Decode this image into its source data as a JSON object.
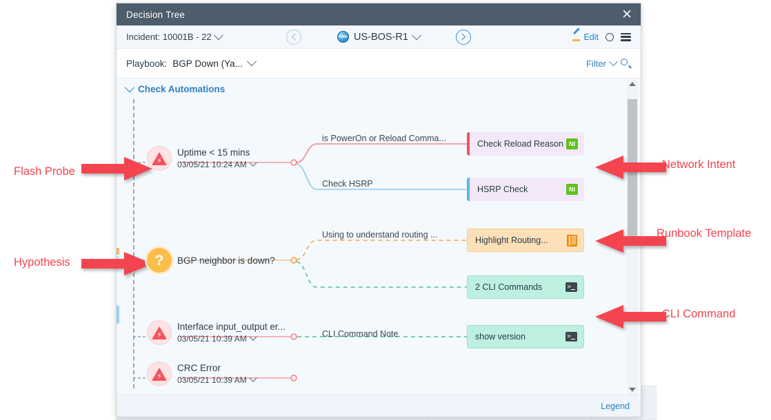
{
  "window": {
    "title": "Decision Tree",
    "close_icon": "close-icon"
  },
  "toolbar": {
    "incident_label": "Incident: 10001B - 22",
    "device_name": "US-BOS-R1",
    "prev_icon": "chevron-left-icon",
    "next_icon": "chevron-right-icon",
    "edit_label": "Edit",
    "refresh_icon": "sync-icon",
    "menu_icon": "hamburger-menu-icon"
  },
  "playbook": {
    "label": "Playbook:",
    "value": "BGP Down (Ya...",
    "filter_label": "Filter",
    "search_icon": "search-icon"
  },
  "tree": {
    "section_title": "Check Automations",
    "nodes": [
      {
        "type": "flash-probe",
        "title": "Uptime < 15 mins",
        "timestamp": "03/05/21 10:24 AM",
        "branches": [
          {
            "label": "is PowerOn or Reload Comma...",
            "card": "Check Reload Reason",
            "card_type": "network-intent",
            "badge": "NI",
            "accent": "#f4515b",
            "style": "solid"
          },
          {
            "label": "Check HSRP",
            "card": "HSRP Check",
            "card_type": "network-intent",
            "badge": "NI",
            "accent": "#5bb4e5",
            "style": "solid"
          }
        ]
      },
      {
        "type": "hypothesis",
        "title": "BGP neighbor is down?",
        "timestamp": "",
        "branches": [
          {
            "label": "Using to understand routing ...",
            "card": "Highlight Routing...",
            "card_type": "runbook-template",
            "badge": "notebook-icon",
            "accent": "#f0a74a",
            "style": "dashed"
          },
          {
            "label": "",
            "card": "2 CLI Commands",
            "card_type": "cli-command",
            "badge": "terminal-icon",
            "accent": "#4bbfa0",
            "style": "dashed"
          }
        ]
      },
      {
        "type": "flash-probe",
        "title": "Interface input_output er...",
        "timestamp": "03/05/21 10:39 AM",
        "branches": [
          {
            "label": "CLI Command Note",
            "card": "show version",
            "card_type": "cli-command",
            "badge": "terminal-icon",
            "accent": "#4bbfa0",
            "style": "dashed"
          }
        ]
      },
      {
        "type": "flash-probe",
        "title": "CRC Error",
        "timestamp": "03/05/21 10:39 AM",
        "branches": []
      }
    ]
  },
  "footer": {
    "legend_label": "Legend"
  },
  "annotations": {
    "left": [
      {
        "text": "Flash Probe"
      },
      {
        "text": "Hypothesis"
      }
    ],
    "right": [
      {
        "text": "Network Intent"
      },
      {
        "text": "Runbook Template"
      },
      {
        "text": "CLI Command"
      }
    ]
  },
  "colors": {
    "titlebar": "#4e5d6c",
    "accent_blue": "#2f7fc1",
    "annotation_red": "#f4444f",
    "canvas_bg": "#f4f9fd",
    "badge_green": "#63c020"
  }
}
